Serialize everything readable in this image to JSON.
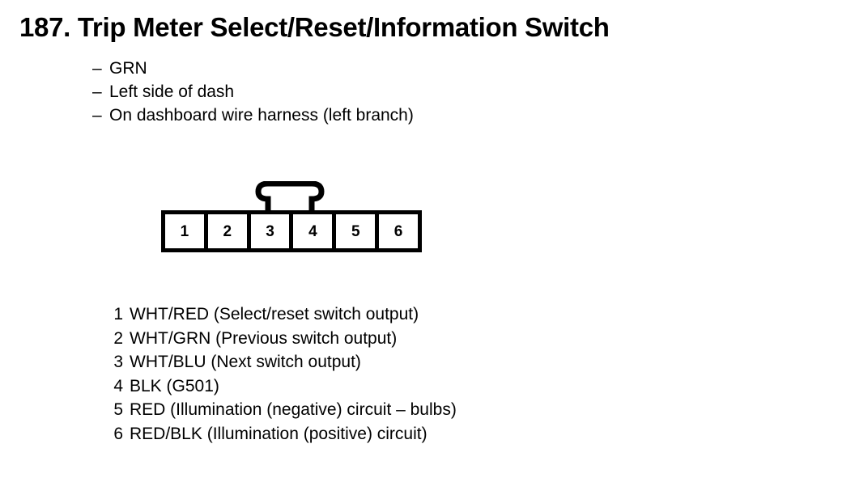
{
  "document": {
    "item_number": "187.",
    "title": "187. Trip Meter Select/Reset/Information Switch",
    "background_color": "#ffffff",
    "ink_color": "#000000"
  },
  "attributes": {
    "dash": "–",
    "items": [
      {
        "text": "GRN"
      },
      {
        "text": "Left side of dash"
      },
      {
        "text": "On dashboard wire harness (left branch)"
      }
    ]
  },
  "connector": {
    "type": "6-pin inline connector",
    "pin_count": 6,
    "latch_position": "top-center between pin 3 and pin 4",
    "pins": [
      {
        "number": "1"
      },
      {
        "number": "2"
      },
      {
        "number": "3"
      },
      {
        "number": "4"
      },
      {
        "number": "5"
      },
      {
        "number": "6"
      }
    ]
  },
  "legend": {
    "rows": [
      {
        "number": "1",
        "description": "WHT/RED (Select/reset switch output)"
      },
      {
        "number": "2",
        "description": "WHT/GRN (Previous switch output)"
      },
      {
        "number": "3",
        "description": "WHT/BLU (Next switch output)"
      },
      {
        "number": "4",
        "description": "BLK (G501)"
      },
      {
        "number": "5",
        "description": "RED (Illumination (negative) circuit – bulbs)"
      },
      {
        "number": "6",
        "description": "RED/BLK (Illumination (positive) circuit)"
      }
    ]
  }
}
